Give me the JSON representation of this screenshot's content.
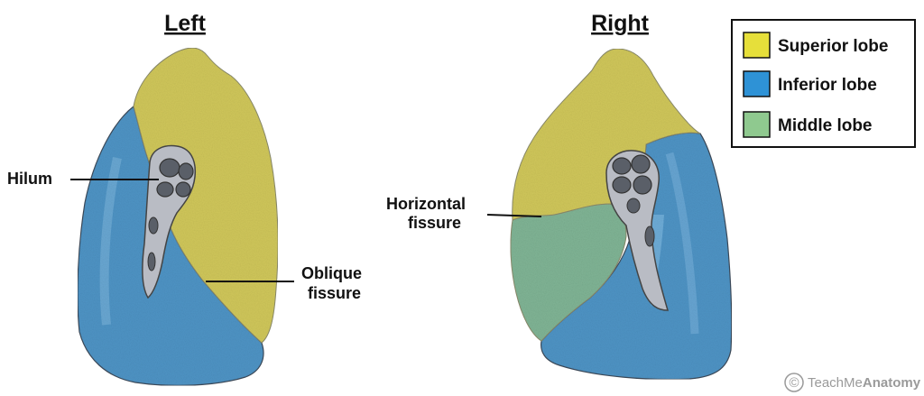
{
  "diagram": {
    "left_heading": "Left",
    "right_heading": "Right",
    "labels": {
      "hilum": "Hilum",
      "oblique_line1": "Oblique",
      "oblique_line2": "fissure",
      "horizontal_line1": "Horizontal",
      "horizontal_line2": "fissure"
    }
  },
  "legend": {
    "items": [
      {
        "label": "Superior lobe",
        "color": "#e6df3a"
      },
      {
        "label": "Inferior lobe",
        "color": "#2e92d6"
      },
      {
        "label": "Middle lobe",
        "color": "#8fc98f"
      }
    ]
  },
  "colors": {
    "superior_fill": "#cfc65a",
    "inferior_fill": "#4e93c4",
    "middle_fill": "#7fb394",
    "hilum_fill": "#5a5f68",
    "hilum_rim": "#b9bcc4"
  },
  "watermark": {
    "symbol": "©",
    "text_regular": "TeachMe",
    "text_bold": "Anatomy"
  }
}
